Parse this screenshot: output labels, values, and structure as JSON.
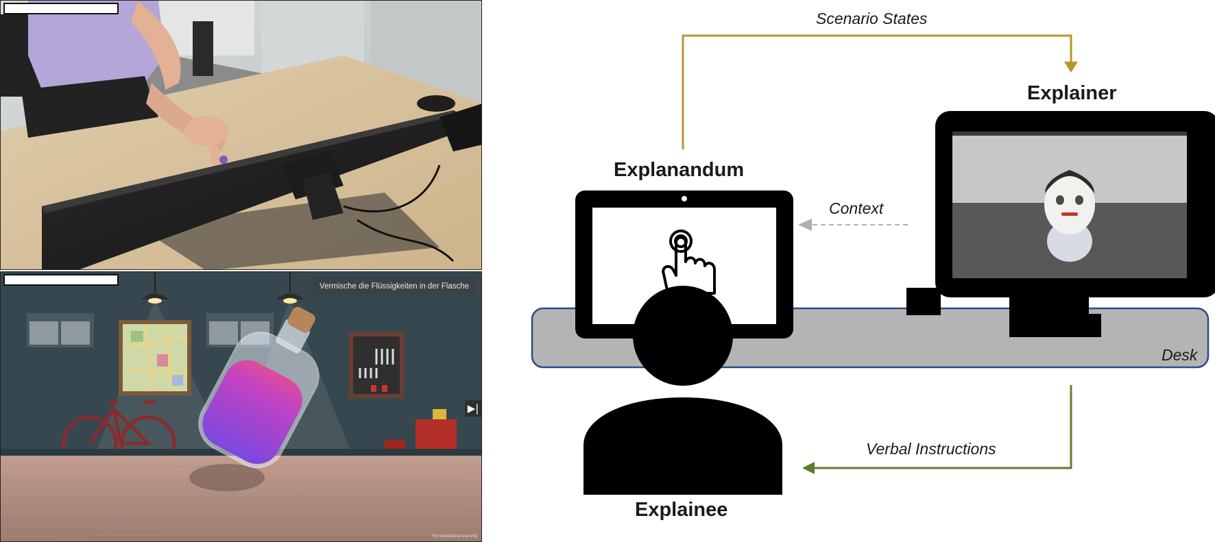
{
  "photo_top": {
    "description_icon": "hand-touching-tablet-photo"
  },
  "photo_bottom": {
    "caption": "Vermische die Flüssigkeiten in der Flasche",
    "footer_note": "For educational use only"
  },
  "diagram": {
    "labels": {
      "scenario_states": "Scenario States",
      "explainer": "Explainer",
      "explanandum": "Explanandum",
      "context": "Context",
      "desk": "Desk",
      "verbal_instructions": "Verbal Instructions",
      "explainee": "Explainee"
    },
    "colors": {
      "scenario_states_arrow": "#b8962a",
      "verbal_instructions_arrow": "#5f7d2e",
      "context_arrow": "#b0b0b0",
      "desk_fill": "#b4b4b4",
      "desk_border": "#2f4a8a",
      "silhouette": "#000000"
    }
  }
}
